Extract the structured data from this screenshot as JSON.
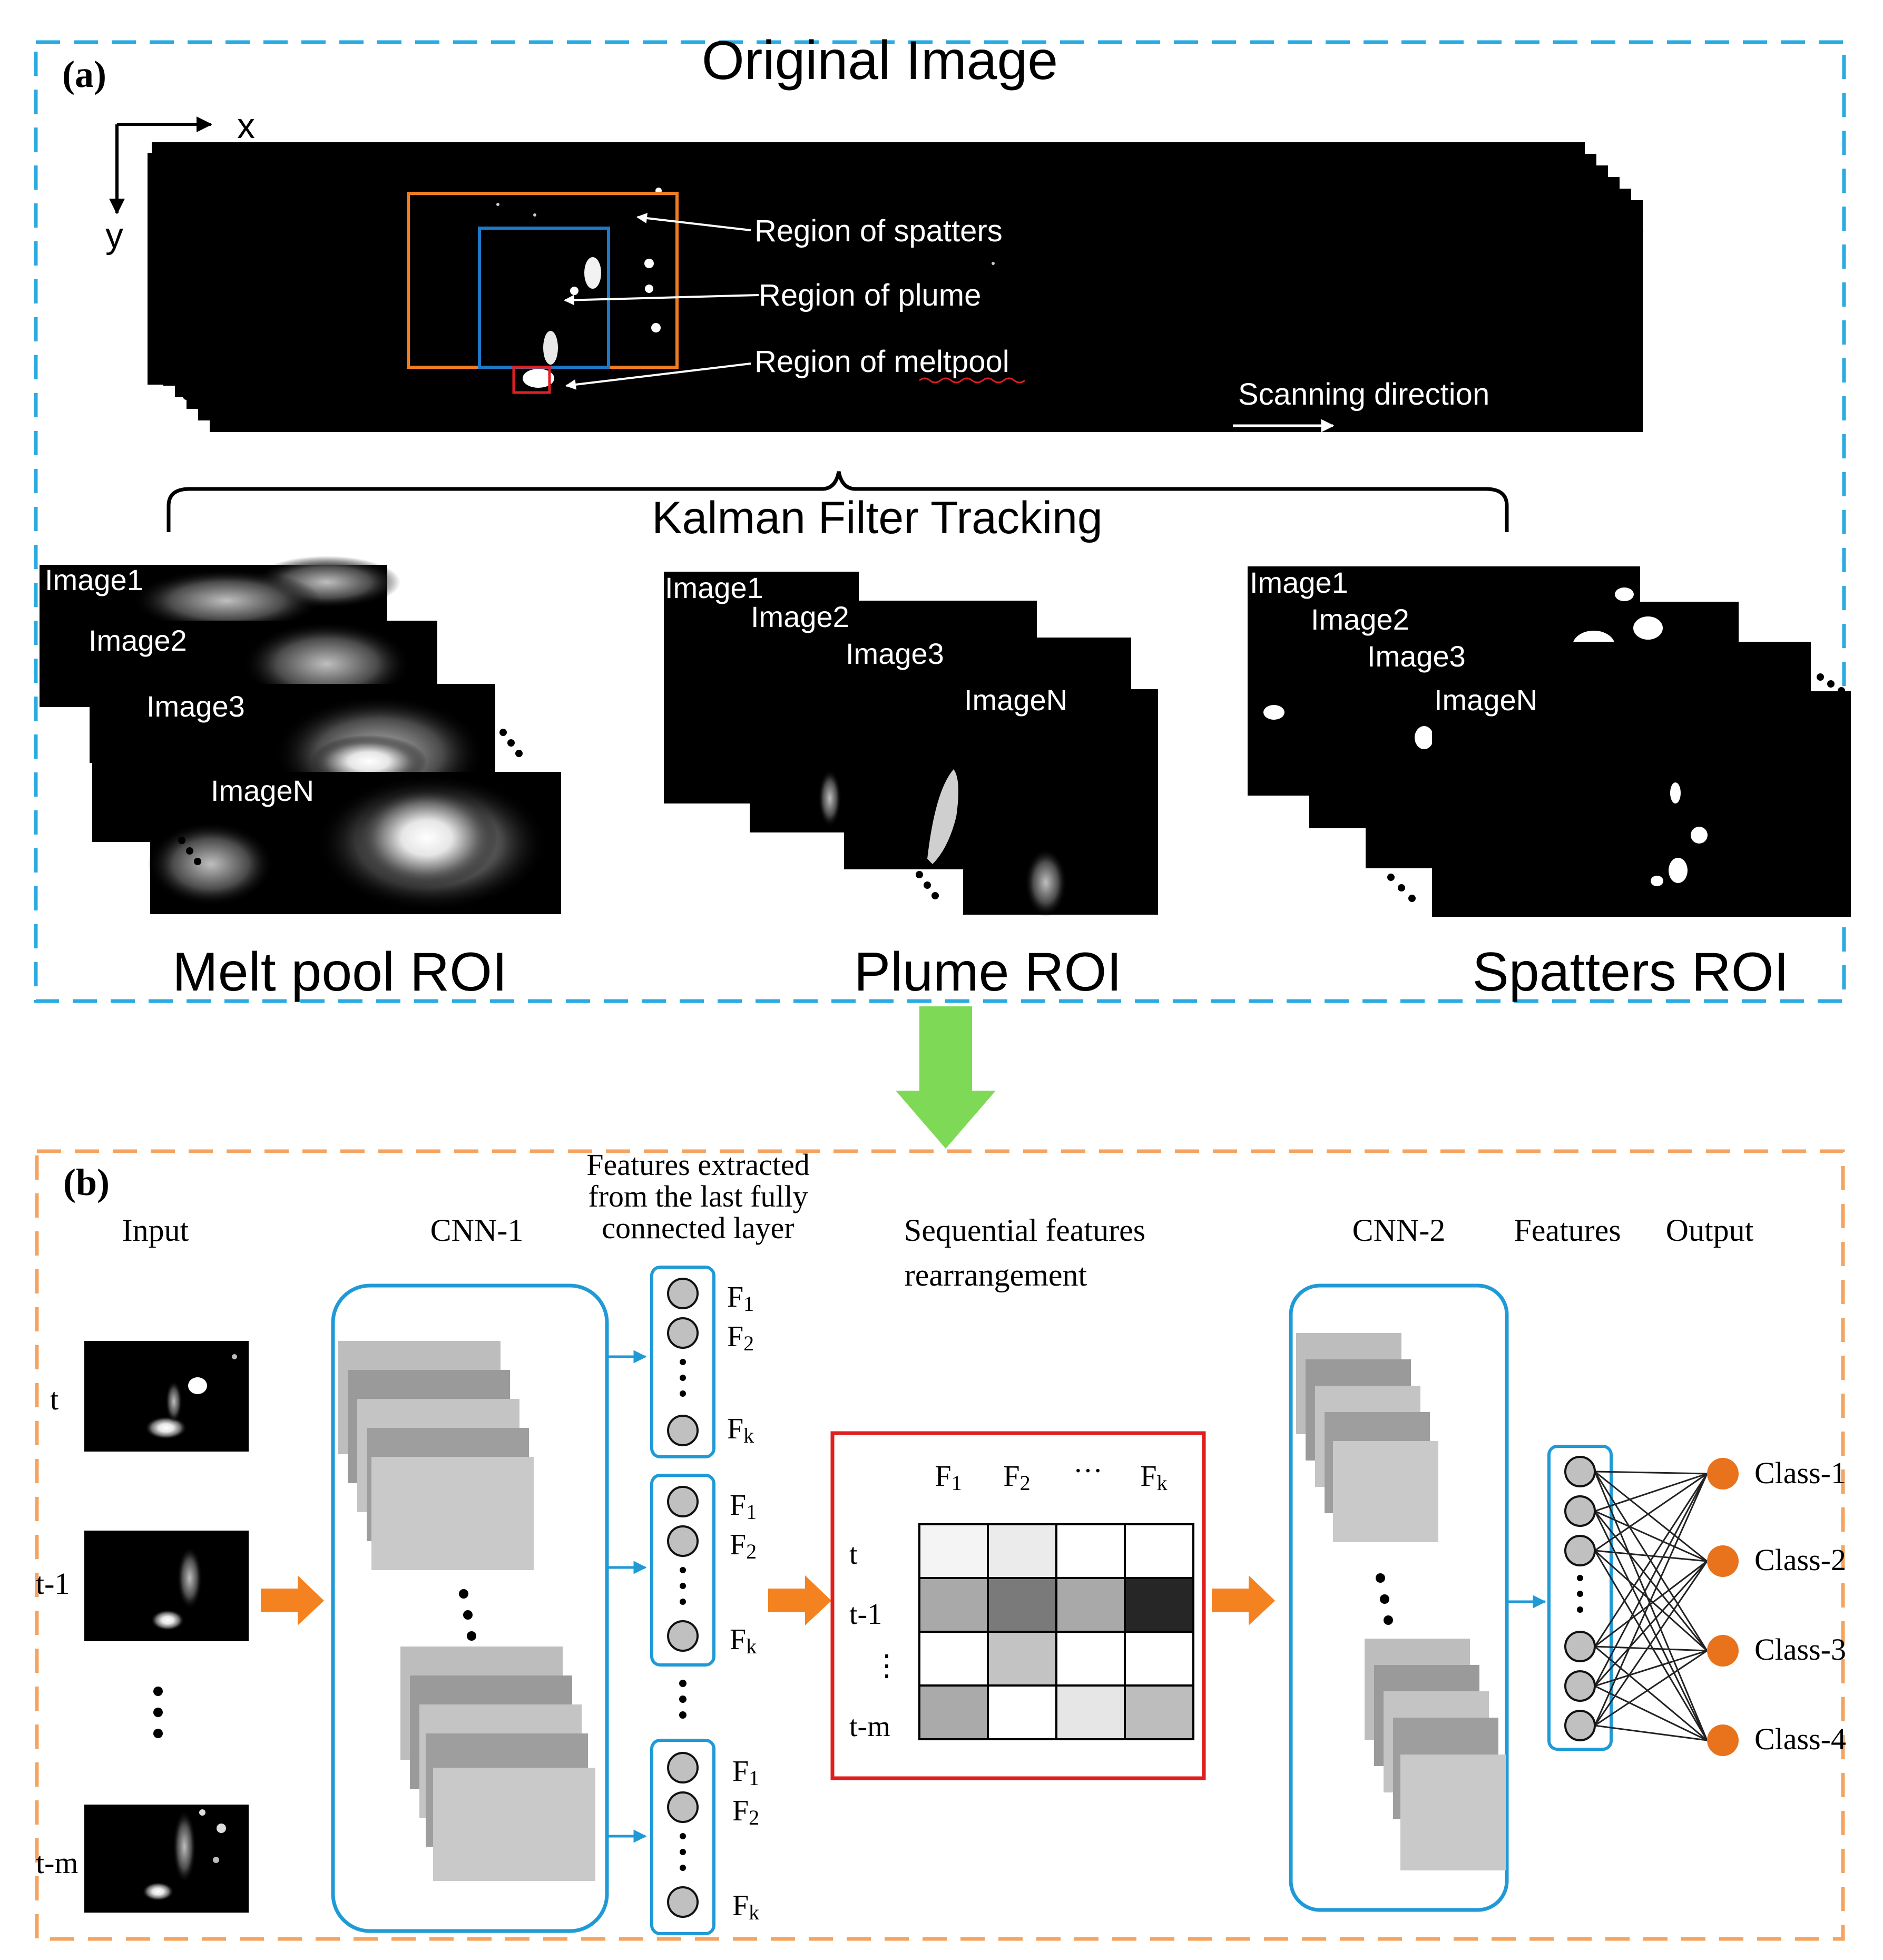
{
  "colors": {
    "panel_a_border": "#29abe2",
    "panel_b_border": "#f4a460",
    "down_arrow": "#7ed957",
    "flow_arrow": "#f58220",
    "cnn_box": "#1f9ad6",
    "matrix_border": "#e01e1e",
    "roi_orange": "#f07d22",
    "roi_blue": "#1f78c8",
    "roi_red": "#e31e24",
    "output_node": "#e8731c"
  },
  "panel_a": {
    "label": "(a)",
    "title": "Original Image",
    "axis_x": "x",
    "axis_y": "y",
    "region_spatters": "Region of spatters",
    "region_plume": "Region of plume",
    "region_meltpool": "Region of meltpool",
    "scanning_direction": "Scanning direction",
    "kalman": "Kalman Filter Tracking",
    "meltpool_images": [
      "Image1",
      "Image2",
      "Image3",
      "ImageN"
    ],
    "plume_images": [
      "Image1",
      "Image2",
      "Image3",
      "ImageN"
    ],
    "spatter_images": [
      "Image1",
      "Image2",
      "Image3",
      "ImageN"
    ],
    "meltpool_caption": "Melt pool ROI",
    "plume_caption": "Plume ROI",
    "spatters_caption": "Spatters ROI"
  },
  "panel_b": {
    "label": "(b)",
    "input_header": "Input",
    "cnn1_header": "CNN-1",
    "features_extracted_header": [
      "Features extracted",
      "from the last fully",
      "connected layer"
    ],
    "sequential_header": [
      "Sequential features",
      "rearrangement"
    ],
    "cnn2_header": "CNN-2",
    "features_header": "Features",
    "output_header": "Output",
    "time_labels": [
      "t",
      "t-1",
      "t-m"
    ],
    "feature_labels": [
      {
        "base": "F",
        "sub": "1"
      },
      {
        "base": "F",
        "sub": "2"
      },
      {
        "base": "F",
        "sub": "k"
      }
    ],
    "matrix": {
      "col_headers": [
        {
          "base": "F",
          "sub": "1"
        },
        {
          "base": "F",
          "sub": "2"
        },
        {
          "base": "···",
          "sub": ""
        },
        {
          "base": "F",
          "sub": "k"
        }
      ],
      "row_headers": [
        "t",
        "t-1",
        "⋮",
        "t-m"
      ],
      "cells": [
        [
          "#f4f4f4",
          "#ebebeb",
          "#ffffff",
          "#ffffff"
        ],
        [
          "#a9a9a9",
          "#7a7a7a",
          "#a9a9a9",
          "#262626"
        ],
        [
          "#ffffff",
          "#c3c3c3",
          "#ffffff",
          "#ffffff"
        ],
        [
          "#aaaaaa",
          "#ffffff",
          "#e6e6e6",
          "#bdbdbd"
        ]
      ]
    },
    "classes": [
      "Class-1",
      "Class-2",
      "Class-3",
      "Class-4"
    ]
  }
}
